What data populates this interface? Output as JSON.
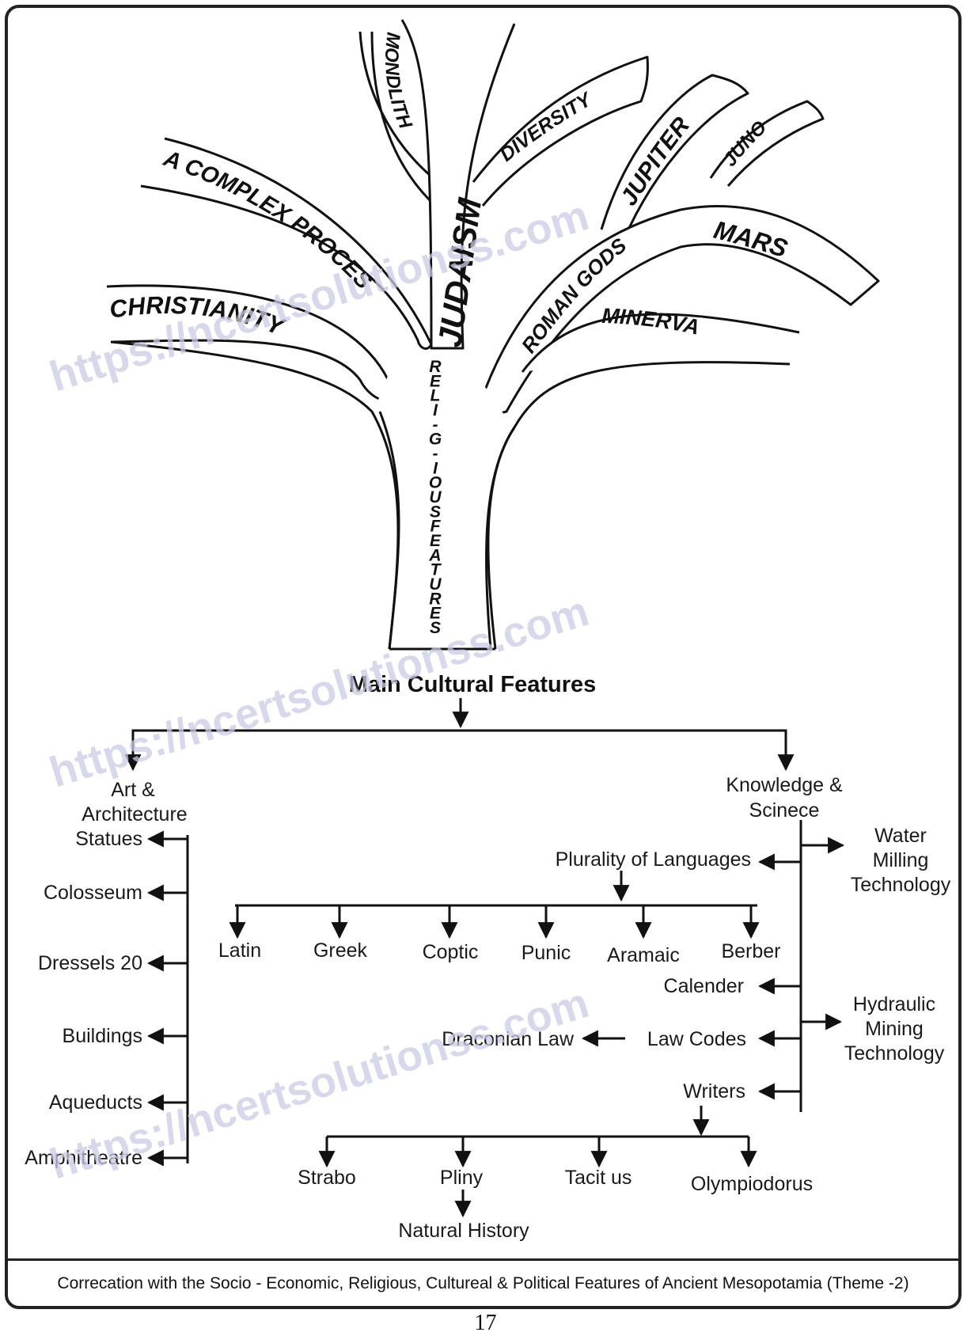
{
  "tree": {
    "trunk_label": "RELIGIOUSFEATURES",
    "trunk_label_letters": [
      "R",
      "E",
      "L",
      "I",
      "-",
      "G",
      "-",
      "I",
      "O",
      "U",
      "S",
      "F",
      "E",
      "A",
      "T",
      "U",
      "R",
      "E",
      "S"
    ],
    "branches": {
      "christianity": "CHRISTIANITY",
      "complex_process": "A COMPLEX PROCESS",
      "mondlith": "MONDLITH",
      "judaism": "JUDAISM",
      "diversity": "DIVERSITY",
      "jupiter": "JUPITER",
      "juno": "JUNO",
      "roman_gods": "ROMAN GODS",
      "mars": "MARS",
      "minerva": "MINERVA"
    }
  },
  "main": {
    "title": "Main Cultural Features",
    "art": {
      "heading_line1": "Art &",
      "heading_line2": "Architecture",
      "items": [
        "Statues",
        "Colosseum",
        "Dressels 20",
        "Buildings",
        "Aqueducts",
        "Amphitheatre"
      ]
    },
    "knowledge": {
      "heading_line1": "Knowledge &",
      "heading_line2": "Scinece",
      "water_milling": [
        "Water",
        "Milling",
        "Technology"
      ],
      "hydraulic_mining": [
        "Hydraulic",
        "Mining",
        "Technology"
      ],
      "plurality": "Plurality of Languages",
      "languages": [
        "Latin",
        "Greek",
        "Coptic",
        "Punic",
        "Aramaic",
        "Berber"
      ],
      "calender": "Calender",
      "law_codes": "Law Codes",
      "draconian_law": "Draconian Law",
      "writers": "Writers",
      "writer_names": [
        "Strabo",
        "Pliny",
        "Tacit us",
        "Olympiodorus"
      ],
      "natural_history": "Natural History"
    }
  },
  "watermark": "https://ncertsolutionss.com",
  "footer": {
    "caption": "Correcation with the Socio - Economic, Religious, Cultureal & Political Features of Ancient Mesopotamia (Theme -2)",
    "page_number": "17"
  }
}
